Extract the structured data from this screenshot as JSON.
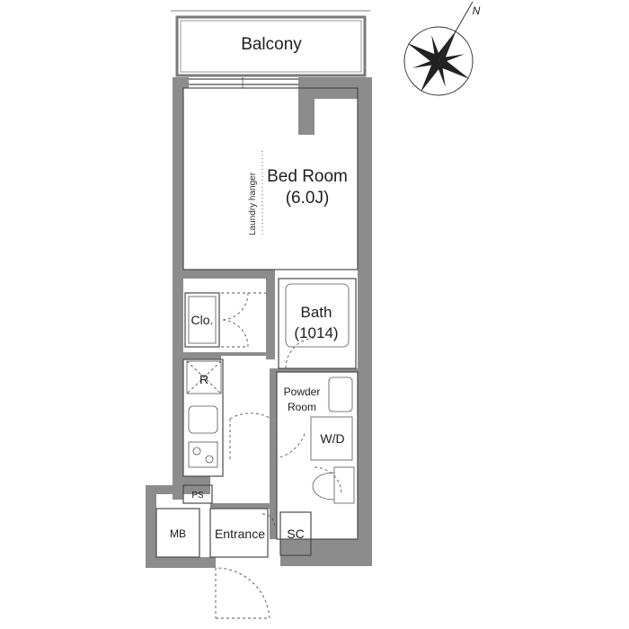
{
  "plan": {
    "rooms": {
      "balcony": "Balcony",
      "bedroom": "Bed Room",
      "bedroom_size": "(6.0J)",
      "laundry": "Laundry hanger",
      "closet": "Clo.",
      "bath": "Bath",
      "bath_size": "(1014)",
      "fridge": "R",
      "powder_line1": "Powder",
      "powder_line2": "Room",
      "washer": "W/D",
      "pipe_space": "PS",
      "meter_box": "MB",
      "entrance": "Entrance",
      "shoe_closet": "SC"
    },
    "compass": {
      "north_label": "N",
      "icon": "compass-rose-icon"
    },
    "colors": {
      "wall": "#8c8c8c",
      "line": "#4a4a4a"
    }
  }
}
